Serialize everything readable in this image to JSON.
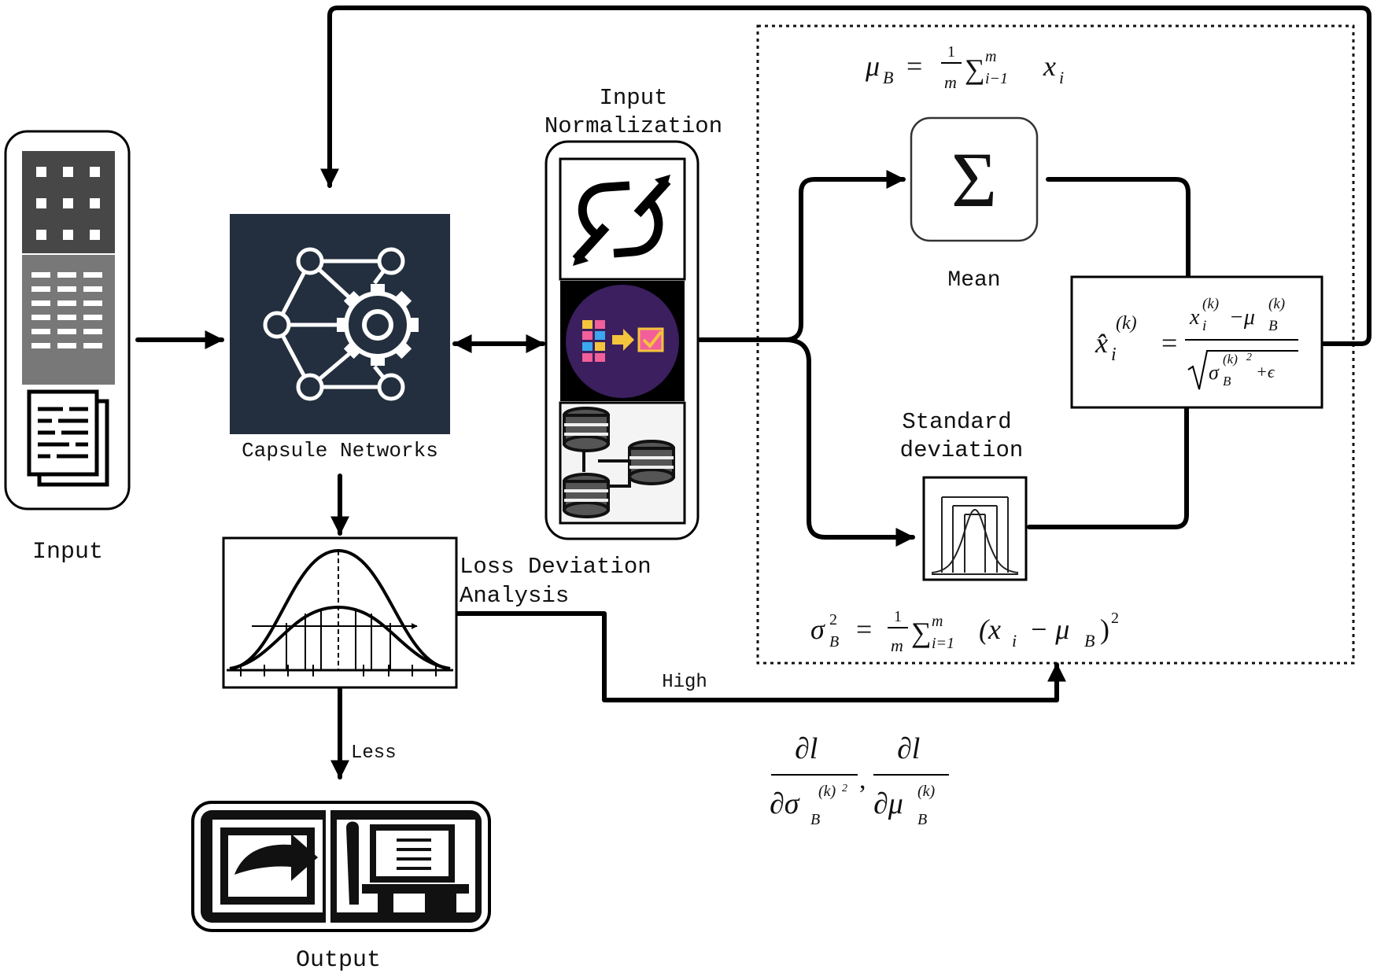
{
  "labels": {
    "input": "Input",
    "capsule_networks": "Capsule Networks",
    "input_normalization_line1": "Input",
    "input_normalization_line2": "Normalization",
    "mean": "Mean",
    "std_line1": "Standard",
    "std_line2": "deviation",
    "loss_line1": "Loss Deviation",
    "loss_line2": "Analysis",
    "high": "High",
    "less": "Less",
    "output": "Output"
  },
  "formulas": {
    "mu_b": {
      "lhs": "μ",
      "sub": "B",
      "eq": "=",
      "num": "1",
      "den": "m",
      "sum": "∑",
      "sup": "m",
      "lower": "i−1",
      "var": "x",
      "var_sub": "i"
    },
    "sigma_b": {
      "lhs": "σ",
      "sup": "2",
      "sub": "B",
      "eq": "=",
      "num": "1",
      "den": "m",
      "sum": "∑",
      "sum_sup": "m",
      "lower": "i=1",
      "body": "(x",
      "body_sub": "i",
      "minus": "− μ",
      "mu_sub": "B",
      "close": ")",
      "close_sup": "2"
    },
    "xhat": {
      "lhs": "x̂",
      "lhs_sup": "(k)",
      "lhs_sub": "i",
      "eq": "=",
      "n1": "x",
      "n1_sup": "(k)",
      "n1_sub": "i",
      "n_minus": "−μ",
      "n2_sup": "(k)",
      "n2_sub": "B",
      "d1": "σ",
      "d1_sup": "(k)",
      "d1_sq": "2",
      "d1_sub": "B",
      "d_plus": "+ϵ"
    },
    "grad": {
      "num1": "∂l",
      "den1": "∂σ",
      "den1_sup": "(k)",
      "den1_sq": "2",
      "den1_sub": "B",
      "comma": ",",
      "num2": "∂l",
      "den2": "∂μ",
      "den2_sup": "(k)",
      "den2_sub": "B"
    }
  },
  "icons": {
    "sum_symbol": "Σ"
  }
}
